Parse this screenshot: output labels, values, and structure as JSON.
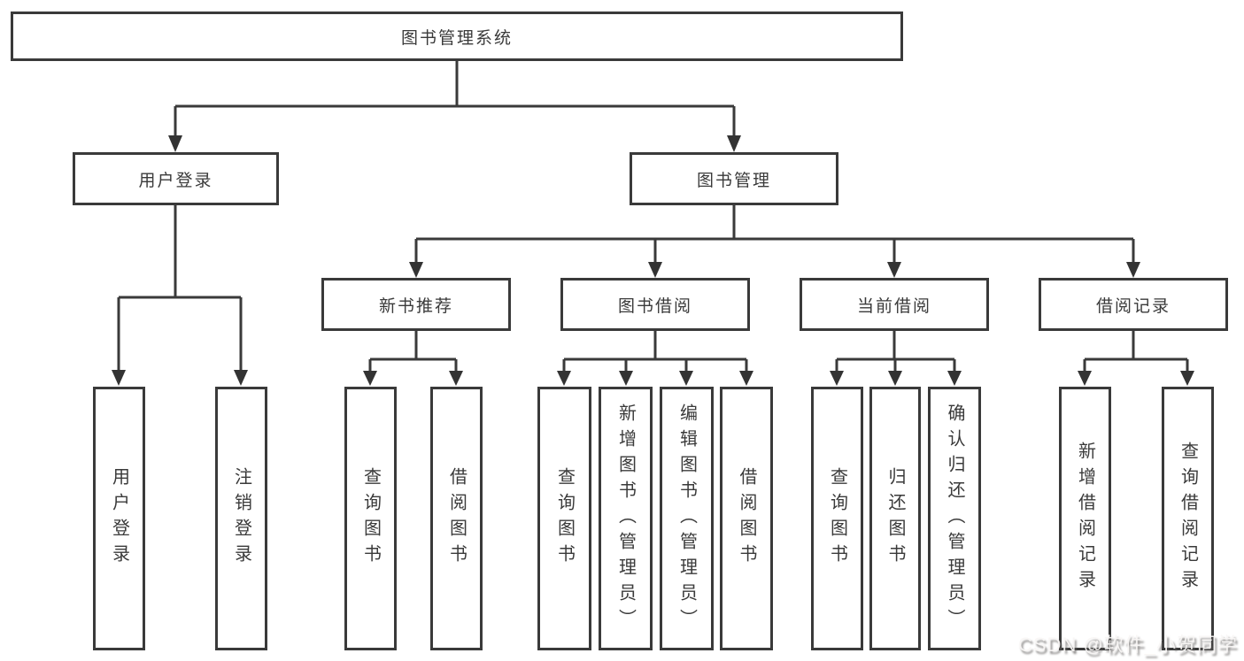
{
  "diagram": {
    "root": {
      "label": "图书管理系统"
    },
    "level2": [
      {
        "label": "用户登录"
      },
      {
        "label": "图书管理"
      }
    ],
    "level3": [
      {
        "label": "新书推荐"
      },
      {
        "label": "图书借阅"
      },
      {
        "label": "当前借阅"
      },
      {
        "label": "借阅记录"
      }
    ],
    "leaves": {
      "user_login": [
        {
          "label": "用户登录"
        },
        {
          "label": "注销登录"
        }
      ],
      "new_book_recommend": [
        {
          "label": "查询图书"
        },
        {
          "label": "借阅图书"
        }
      ],
      "book_borrowing": [
        {
          "label": "查询图书"
        },
        {
          "label": "新增图书（管理员）"
        },
        {
          "label": "编辑图书（管理员）"
        },
        {
          "label": "借阅图书"
        }
      ],
      "current_borrowing": [
        {
          "label": "查询图书"
        },
        {
          "label": "归还图书"
        },
        {
          "label": "确认归还（管理员）"
        }
      ],
      "borrowing_records": [
        {
          "label": "新增借阅记录"
        },
        {
          "label": "查询借阅记录"
        }
      ]
    }
  },
  "watermark": {
    "text": "CSDN @软件_小贺同学"
  },
  "colors": {
    "background": "#ffffff",
    "line": "#3a3a3a",
    "box_border": "#3a3a3a",
    "text": "#3a3a3a",
    "watermark_fill": "#f8f6f5",
    "watermark_shadow": "#605e5c"
  }
}
